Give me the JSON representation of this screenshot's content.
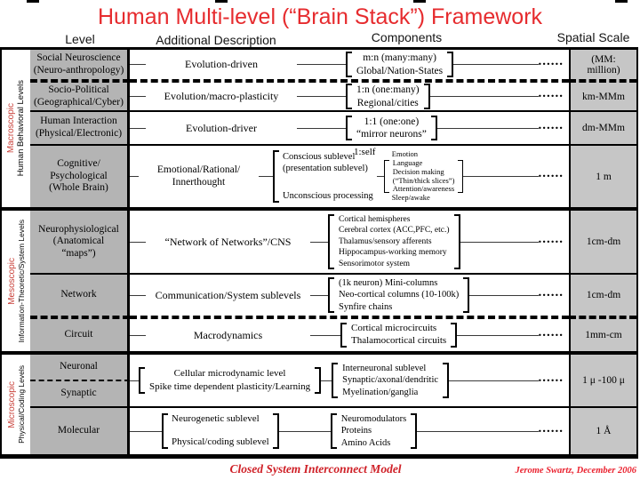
{
  "slide": {
    "title": "Human Multi-level (“Brain Stack”) Framework",
    "dots": "......",
    "footer": {
      "left": "Closed System Interconnect Model",
      "right": "Jerome Swartz, December 2006"
    }
  },
  "headers": {
    "level": "Level",
    "description": "Additional Description",
    "components": "Components",
    "scale": "Spatial Scale"
  },
  "groups": [
    {
      "scope": "Macroscopic",
      "domain": "Human Behavioral Levels"
    },
    {
      "scope": "Mesoscopic",
      "domain": "Information-Theoretic/System Levels"
    },
    {
      "scope": "Microscopic",
      "domain": "Physical/Coding Levels"
    }
  ],
  "rows": {
    "social": {
      "level1": "Social Neuroscience",
      "level2": "(Neuro-anthropology)",
      "desc": "Evolution-driven",
      "comp1": "m:n (many:many)",
      "comp2": "Global/Nation-States",
      "scale1": "(MM:",
      "scale2": "million)"
    },
    "socio": {
      "level1": "Socio-Political",
      "level2": "(Geographical/Cyber)",
      "desc": "Evolution/macro-plasticity",
      "comp1": "1:n (one:many)",
      "comp2": "Regional/cities",
      "scale": "km-MMm"
    },
    "human": {
      "level1": "Human Interaction",
      "level2": "(Physical/Electronic)",
      "desc": "Evolution-driver",
      "comp1": "1:1 (one:one)",
      "comp2": "“mirror neurons”",
      "scale": "dm-MMm"
    },
    "cognitive": {
      "level1": "Cognitive/",
      "level2": "Psychological",
      "level3": "(Whole Brain)",
      "desc1": "Emotional/Rational/",
      "desc2": "Innerthought",
      "selflabel": "1:self",
      "comp1": "Conscious sublevel",
      "comp2": "(presentation sublevel)",
      "comp3": "Unconscious processing",
      "sub1": "Emotion",
      "sub2": "Language",
      "sub3": "Decision making",
      "sub4": "(“Thin/thick slices”)",
      "sub5": "Attention/awareness",
      "sub6": "Sleep/awake",
      "scale": "1 m"
    },
    "neurophys": {
      "level1": "Neurophysiological",
      "level2": "(Anatomical",
      "level3": "“maps”)",
      "desc": "“Network of Networks”/CNS",
      "comp1": "Cortical hemispheres",
      "comp2": "Cerebral cortex (ACC,PFC, etc.)",
      "comp3": "Thalamus/sensory afferents",
      "comp4": "Hippocampus-working memory",
      "comp5": "Sensorimotor system",
      "scale": "1cm-dm"
    },
    "network": {
      "level": "Network",
      "desc": "Communication/System sublevels",
      "comp1": "(1k neuron) Mini-columns",
      "comp2": "Neo-cortical columns (10-100k)",
      "comp3": "Synfire chains",
      "scale": "1cm-dm"
    },
    "circuit": {
      "level": "Circuit",
      "desc": "Macrodynamics",
      "comp1": "Cortical microcircuits",
      "comp2": "Thalamocortical circuits",
      "scale": "1mm-cm"
    },
    "neuronal_synaptic": {
      "level_a": "Neuronal",
      "level_b": "Synaptic",
      "desc1": "Cellular microdynamic level",
      "desc2": "Spike time dependent plasticity/Learning",
      "comp1": "Interneuronal sublevel",
      "comp2": "Synaptic/axonal/dendritic",
      "comp3": "Myelination/ganglia",
      "scale": "1 μ -100 μ"
    },
    "molecular": {
      "level": "Molecular",
      "desc1": "Neurogenetic sublevel",
      "desc2": "Physical/coding sublevel",
      "comp1": "Neuromodulators",
      "comp2": "Proteins",
      "comp3": "Amino Acids",
      "scale": "1 Å"
    }
  },
  "colors": {
    "title_red": "#e62b2e",
    "group_label_red": "#c9413a",
    "footer_left_red": "#cf2027",
    "footer_right_red": "#ea2330",
    "level_cell_grey": "#b4b4b4",
    "scale_cell_grey": "#c6c6c6"
  }
}
